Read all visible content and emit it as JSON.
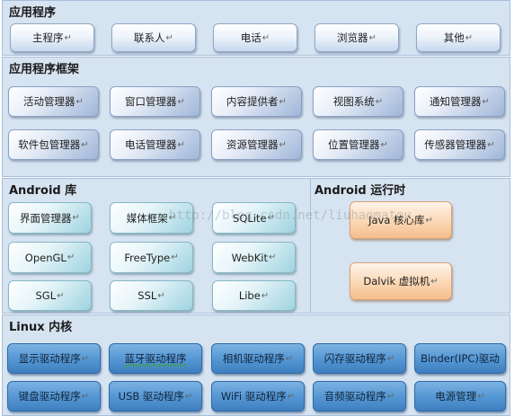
{
  "para_mark": "↵",
  "layers": {
    "applications": {
      "title": "应用程序",
      "items": [
        "主程序",
        "联系人",
        "电话",
        "浏览器",
        "其他"
      ]
    },
    "framework": {
      "title": "应用程序框架",
      "items": [
        "活动管理器",
        "窗口管理器",
        "内容提供者",
        "视图系统",
        "通知管理器",
        "软件包管理器",
        "电话管理器",
        "资源管理器",
        "位置管理器",
        "传感器管理器"
      ]
    },
    "libraries": {
      "title": "Android 库",
      "items": [
        "界面管理器",
        "媒体框架",
        "SQLite",
        "OpenGL",
        "FreeType",
        "WebKit",
        "SGL",
        "SSL",
        "Libe"
      ]
    },
    "runtime": {
      "title": "Android 运行时",
      "items": [
        "Java 核心库",
        "Dalvik 虚拟机"
      ]
    },
    "kernel": {
      "title": "Linux 内核",
      "items": [
        "显示驱动程序",
        "蓝牙驱动程序",
        "相机驱动程序",
        "闪存驱动程序",
        "Binder(IPC)驱动",
        "键盘驱动程序",
        "USB 驱动程序",
        "WiFi 驱动程序",
        "音频驱动程序",
        "电源管理"
      ]
    }
  },
  "watermark": "http://blog.csdn.net/liuhaomatou"
}
